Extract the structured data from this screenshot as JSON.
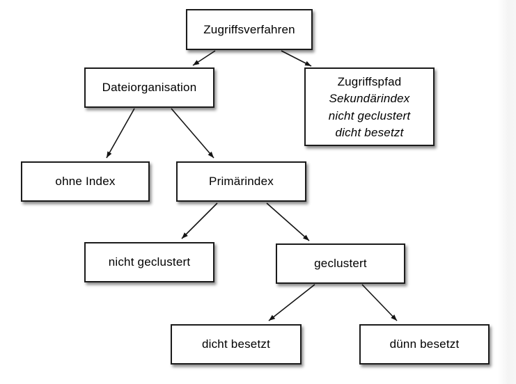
{
  "diagram": {
    "kind": "tree",
    "nodes": {
      "zugriffsverfahren": {
        "label": "Zugriffsverfahren"
      },
      "dateiorganisation": {
        "label": "Dateiorganisation"
      },
      "zugriffspfad": {
        "line1": "Zugriffspfad",
        "line2": "Sekundärindex",
        "line3": "nicht geclustert",
        "line4": "dicht besetzt"
      },
      "ohne_index": {
        "label": "ohne Index"
      },
      "primaerindex": {
        "label": "Primärindex"
      },
      "nicht_geclustert": {
        "label": "nicht geclustert"
      },
      "geclustert": {
        "label": "geclustert"
      },
      "dicht_besetzt": {
        "label": "dicht besetzt"
      },
      "duenn_besetzt": {
        "label": "dünn besetzt"
      }
    },
    "edges": [
      {
        "from": "Zugriffsverfahren",
        "to": "Dateiorganisation"
      },
      {
        "from": "Zugriffsverfahren",
        "to": "Zugriffspfad"
      },
      {
        "from": "Dateiorganisation",
        "to": "ohne Index"
      },
      {
        "from": "Dateiorganisation",
        "to": "Primärindex"
      },
      {
        "from": "Primärindex",
        "to": "nicht geclustert"
      },
      {
        "from": "Primärindex",
        "to": "geclustert"
      },
      {
        "from": "geclustert",
        "to": "dicht besetzt"
      },
      {
        "from": "geclustert",
        "to": "dünn besetzt"
      }
    ],
    "colors": {
      "box_fill": "#ffffff",
      "box_border": "#1b1b1b",
      "arrow": "#141414",
      "background": "#ffffff",
      "page_edge": "#f5f5f5"
    }
  }
}
